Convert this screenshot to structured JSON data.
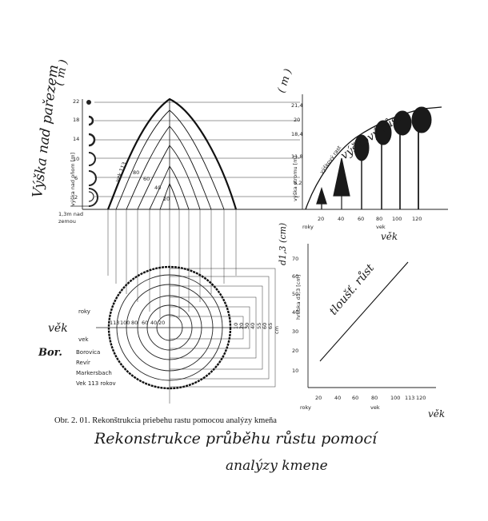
{
  "caption": "Obr. 2. 01. Rekonštrukcia priebehu rastu pomocou analýzy kmeňa",
  "handwritten": {
    "caption_line1": "Rekonstrukce průběhu růstu pomocí",
    "caption_line2": "analýzy kmene",
    "left_axis": "Výška nad pařezem",
    "left_axis_unit": "( m )",
    "top_unit": "( m )",
    "height_growth": "výškový růst",
    "thickness_growth": "tloušť. růst",
    "thickness_axis": "d1,3 (cm)",
    "vek_right_top": "věk",
    "vek_bottom_right": "věk",
    "vek_left": "věk",
    "bor": "Bor."
  },
  "section": {
    "y_axis_label": "výška nad pňom [m]",
    "y_ticks": [
      "22",
      "18",
      "14",
      "10",
      "6",
      "2"
    ],
    "ground_label_1": "1,3m nad",
    "ground_label_2": "zemou",
    "age_labels": [
      "vek 113",
      "80",
      "60",
      "40",
      "20"
    ]
  },
  "height_chart": {
    "y_label": "výška stromu [m]",
    "y_ticks": [
      "21,4",
      "20",
      "18,4",
      "11,8",
      "6,2"
    ],
    "inner_label": "výškový rast",
    "x_ticks": [
      "20",
      "40",
      "60",
      "80",
      "100",
      "120"
    ],
    "x_left_label": "roky",
    "x_label": "vek"
  },
  "diameter_chart": {
    "y_label": "hrúbka d1,3 [cm]",
    "y_ticks": [
      "70",
      "60",
      "50",
      "40",
      "30",
      "20",
      "10"
    ],
    "x_ticks": [
      "20",
      "40",
      "60",
      "80",
      "100",
      "113",
      "120"
    ],
    "x_left_label": "roky",
    "x_label": "vek"
  },
  "disc": {
    "roky": "roky",
    "vek": "vek",
    "ring_ages": [
      "113",
      "100",
      "80",
      "60",
      "40",
      "20"
    ],
    "diam_labels": [
      "65",
      "60",
      "55",
      "40",
      "30",
      "20",
      "10"
    ],
    "unit": "cm",
    "info": [
      "Borovica",
      "Revír",
      "Markersbach",
      "Vek 113 rokov"
    ]
  }
}
